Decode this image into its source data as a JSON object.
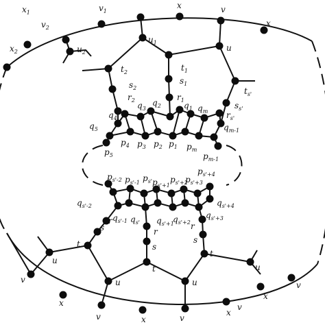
{
  "diagram": {
    "labels": {
      "x1": "x",
      "x1_sub": "1",
      "v1": "v",
      "v1_sub": "1",
      "x_top": "x",
      "v_top": "v",
      "v2": "v",
      "v2_sub": "2",
      "x2": "x",
      "x2_sub": "2",
      "x_topright": "x",
      "u1": "u",
      "u1_sub": "1",
      "u2": "u",
      "u2_sub": "2",
      "u_top": "u",
      "t2": "t",
      "t2_sub": "2",
      "t1": "t",
      "t1_sub": "1",
      "s2": "s",
      "s2_sub": "2",
      "s1": "s",
      "s1_sub": "1",
      "ts": "t",
      "ts_sub": "s'",
      "ss": "s",
      "ss_sub": "s'",
      "rs": "r",
      "rs_sub": "s'",
      "r2": "r",
      "r2_sub": "2",
      "r1": "r",
      "r1_sub": "1",
      "q3": "q",
      "q3_sub": "3",
      "q2": "q",
      "q2_sub": "2",
      "q1": "q",
      "q1_sub": "1",
      "qm": "q",
      "qm_sub": "m",
      "qm1": "q",
      "qm1_sub": "m-1",
      "q4": "q",
      "q4_sub": "4",
      "q5": "q",
      "q5_sub": "5",
      "p4": "p",
      "p4_sub": "4",
      "p3": "p",
      "p3_sub": "3",
      "p2": "p",
      "p2_sub": "2",
      "p1": "p",
      "p1_sub": "1",
      "pm": "p",
      "pm_sub": "m",
      "pm1": "p",
      "pm1_sub": "m-1",
      "p5": "p",
      "p5_sub": "5",
      "ps4": "p",
      "ps4_sub": "s'+4",
      "ps_2": "p",
      "ps_2_sub": "s'-2",
      "ps_1": "p",
      "ps_1_sub": "s'-1",
      "ps0": "p",
      "ps0_sub": "s'",
      "ps1": "p",
      "ps1_sub": "s'+1",
      "ps2": "p",
      "ps2_sub": "s'+2",
      "ps3": "p",
      "ps3_sub": "s'+3",
      "qs_2": "q",
      "qs_2_sub": "s'-2",
      "qs4": "q",
      "qs4_sub": "s'+4",
      "qs3": "q",
      "qs3_sub": "s'+3",
      "qs_1": "q",
      "qs_1_sub": "s'-1",
      "qs0": "q",
      "qs0_sub": "s'",
      "qs2": "q",
      "qs2_sub": "s'+2",
      "qs1": "q",
      "qs1_sub": "s'+1",
      "s_lower_left": "s",
      "r_lower_left": "r",
      "r_lower_mid": "r",
      "s_lower_mid": "s",
      "r_lower_right": "r",
      "s_lower_right": "s",
      "u_bl": "u",
      "t_bl": "t",
      "t_bm": "t",
      "t_br": "t",
      "u_br": "u",
      "u_bm": "u",
      "u_bm2": "u",
      "v_left": "v",
      "v_bl": "v",
      "v_bm": "v",
      "v_bm2": "v",
      "v_right": "v",
      "x_bl": "x",
      "x_bm": "x",
      "x_bm2": "x",
      "x_right": "x"
    }
  }
}
